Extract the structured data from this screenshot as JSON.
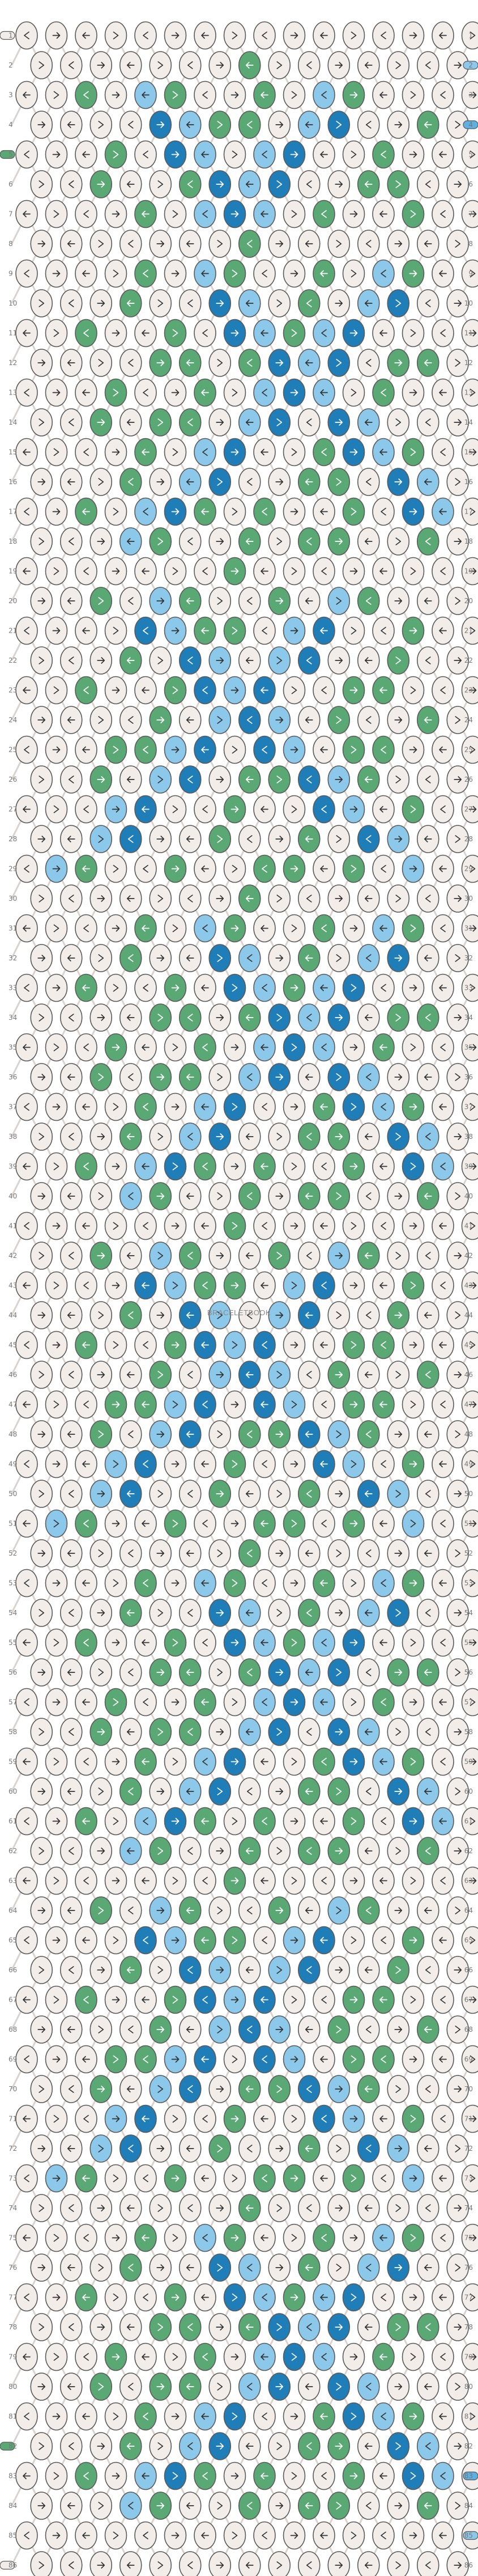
{
  "pattern": {
    "title": "",
    "row_count": 86,
    "column_count": 16,
    "watermark": "BRACELETBOOK",
    "colors": {
      "background_thread": "#f3ede9",
      "green": "#5aa873",
      "dark_blue": "#1f7db8",
      "light_blue": "#8cc8ea",
      "medium_blue": "#5db0e0",
      "outline": "#5a5a5a",
      "arrow_dark": "#333333",
      "arrow_light": "#ffffff"
    },
    "threads_left": [
      {
        "row": 1,
        "color": "background_thread"
      },
      {
        "row": 5,
        "color": "green"
      },
      {
        "row": 82,
        "color": "green"
      },
      {
        "row": 86,
        "color": "background_thread"
      }
    ],
    "threads_right": [
      {
        "row": 2,
        "color": "light_blue"
      },
      {
        "row": 4,
        "color": "medium_blue"
      },
      {
        "row": 83,
        "color": "medium_blue"
      },
      {
        "row": 85,
        "color": "light_blue"
      }
    ],
    "motif_rows": [
      {
        "start": 2,
        "shift": 0
      },
      {
        "start": 8,
        "shift": 1
      },
      {
        "start": 19,
        "shift": 0
      },
      {
        "start": 30,
        "shift": 1
      },
      {
        "start": 41,
        "shift": 0
      },
      {
        "start": 52,
        "shift": 1
      },
      {
        "start": 63,
        "shift": 0
      },
      {
        "start": 74,
        "shift": 1
      }
    ]
  }
}
